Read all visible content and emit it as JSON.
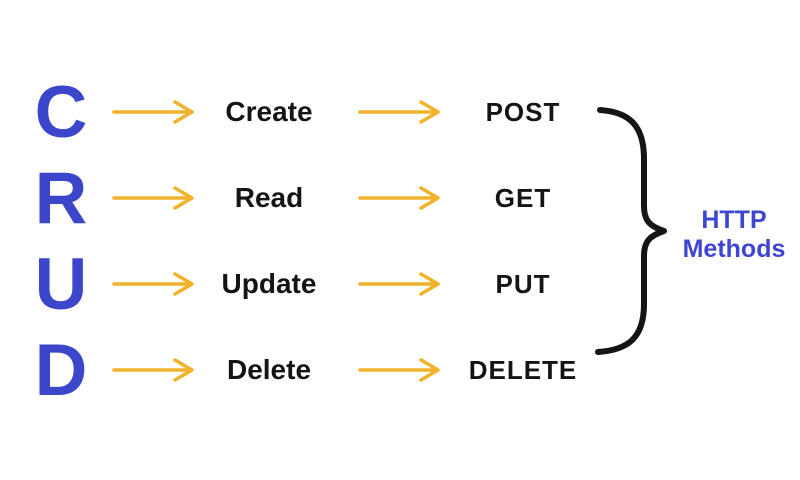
{
  "rows": [
    {
      "letter": "C",
      "action": "Create",
      "method": "POST"
    },
    {
      "letter": "R",
      "action": "Read",
      "method": "GET"
    },
    {
      "letter": "U",
      "action": "Update",
      "method": "PUT"
    },
    {
      "letter": "D",
      "action": "Delete",
      "method": "DELETE"
    }
  ],
  "group_label": "HTTP Methods",
  "icons": {
    "arrow": "right-arrow-icon",
    "brace": "curly-brace-icon"
  },
  "colors": {
    "crud_blue": "#3b46cb",
    "label_blue": "#3e45d0",
    "arrow_amber": "#f1b32c",
    "text_black": "#141414",
    "brace_black": "#151515",
    "background": "#ffffff"
  }
}
